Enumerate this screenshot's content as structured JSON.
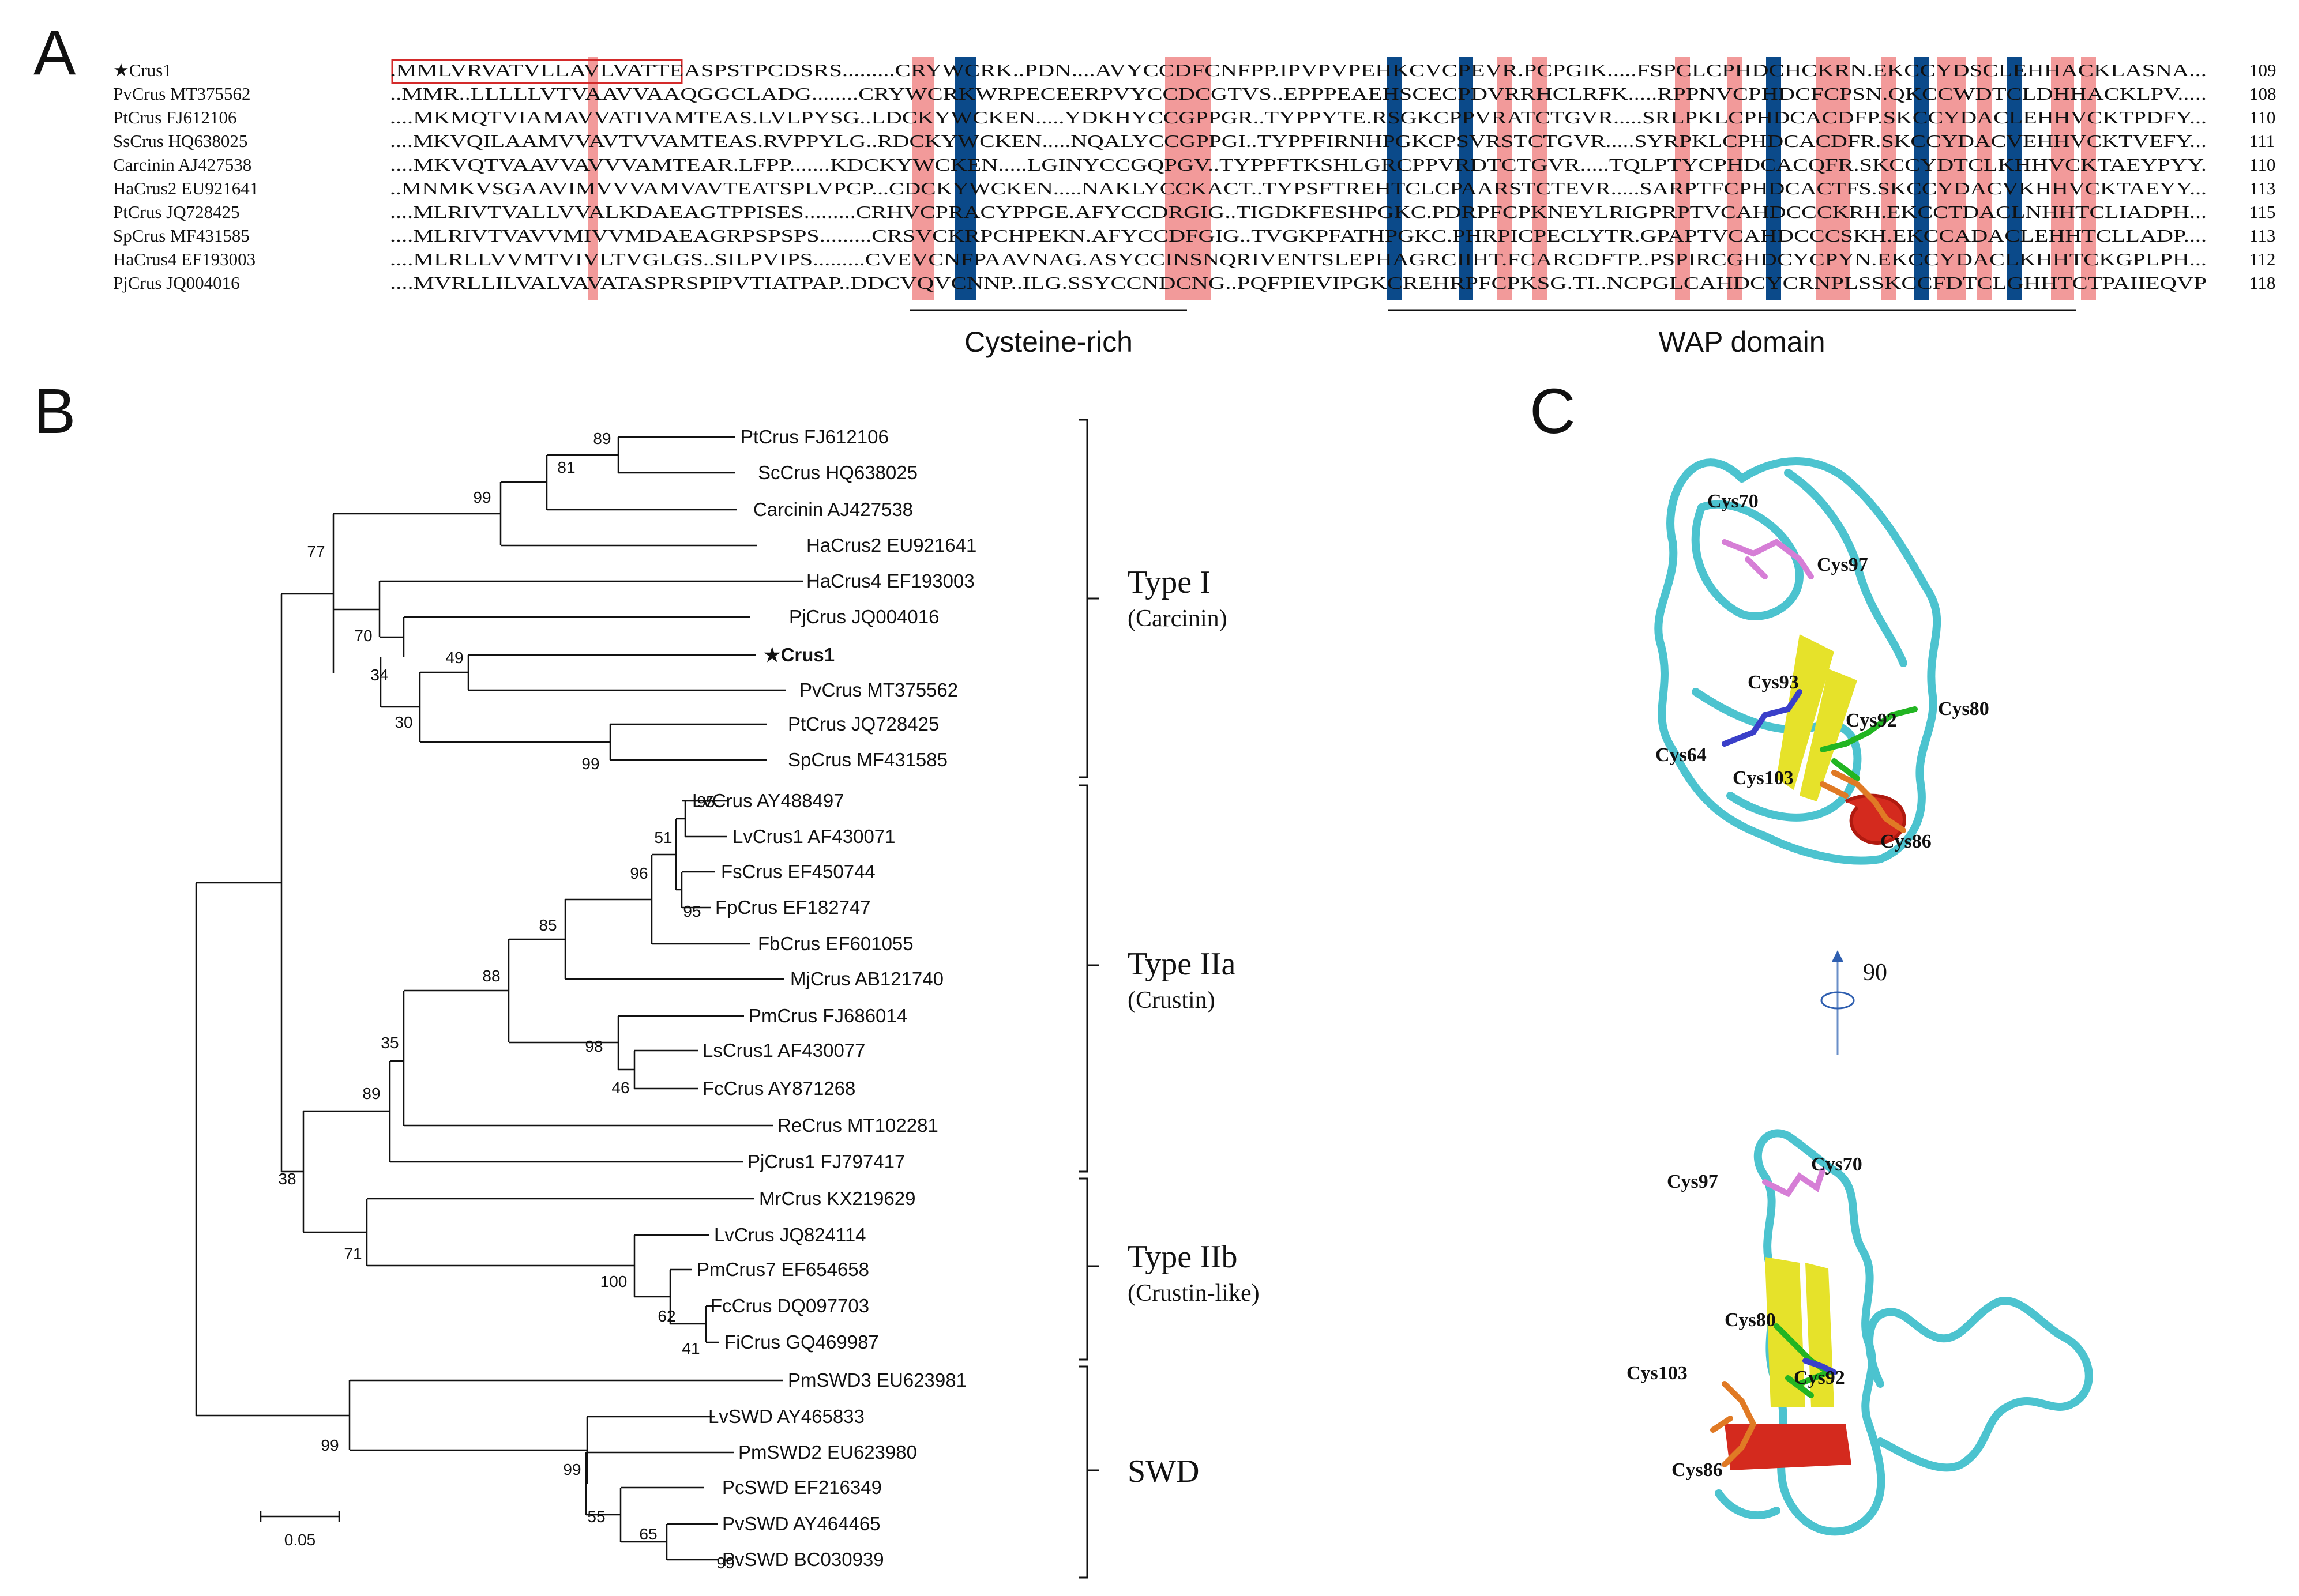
{
  "panels": {
    "a": "A",
    "b": "B",
    "c": "C"
  },
  "alignment": {
    "rows": [
      {
        "name": "★Crus1",
        "seq": ".MMLVRVATVLLAVLVATTEASPSTPCDSRS.........CRYWCRK..PDN....AVYCCDFCNFPP.IPVPVPEHKCVCPEVR.PCPGIK.....FSPCLCPHDCHCKRN.EKCCYDSCLEHHACKLASNA...",
        "len": "109"
      },
      {
        "name": "PvCrus MT375562",
        "seq": "..MMR..LLLLLVTVAAVVAAQGGCLADG........CRYWCRKWRPECEERPVYCCDCGTVS..EPPPEAEHSCECPDVRRHCLRFK.....RPPNVCPHDCFCPSN.QKCCWDTCLDHHACKLPV.....",
        "len": "108"
      },
      {
        "name": "PtCrus FJ612106",
        "seq": "....MKMQTVIAMAVVATIVAMTEAS.LVLPYSG..LDCKYWCKEN.....YDKHYCCGPPGR..TYPPYTE.RSGKCPPVRATCTGVR.....SRLPKLCPHDCACDFP.SKCCYDACLEHHVCKTPDFY...",
        "len": "110"
      },
      {
        "name": "SsCrus HQ638025",
        "seq": "....MKVQILAAMVVAVTVVAMTEAS.RVPPYLG..RDCKYWCKEN.....NQALYCCGPPGI..TYPPFIRNHPGKCPSVRSTCTGVR.....SYRPKLCPHDCACDFR.SKCCYDACVEHHVCKTVEFY...",
        "len": "111"
      },
      {
        "name": "Carcinin AJ427538",
        "seq": "....MKVQTVAAVVAVVVAMTEAR.LFPP.......KDCKYWCKEN.....LGINYCCGQPGV..TYPPFTKSHLGRCPPVRDTCTGVR.....TQLPTYCPHDCACQFR.SKCCYDTCLKHHVCKTAEYPYY.",
        "len": "110"
      },
      {
        "name": "HaCrus2 EU921641",
        "seq": "..MNMKVSGAAVIMVVVAMVAVTEATSPLVPCP...CDCKYWCKEN.....NAKLYCCKACT..TYPSFTREHTCLCPAARSTCTEVR.....SARPTFCPHDCACTFS.SKCCYDACVKHHVCKTAEYY...",
        "len": "113"
      },
      {
        "name": "PtCrus JQ728425",
        "seq": "....MLRIVTVALLVVALKDAEAGTPPISES.........CRHVCPRACYPPGE.AFYCCDRGIG..TIGDKFESHPGKC.PDRPFCPKNEYLRIGPRPTVCAHDCCCKRH.EKCCTDACLNHHTCLIADPH...",
        "len": "115"
      },
      {
        "name": "SpCrus MF431585",
        "seq": "....MLRIVTVAVVMIVVMDAEAGRPSPSPS.........CRSVCKRPCHPEKN.AFYCCDFGIG..TVGKPFATHPGKC.PHRPICPECLYTR.GPAPTVCAHDCCCSKH.EKCCADACLEHHTCLLADP....",
        "len": "113"
      },
      {
        "name": "HaCrus4 EF193003",
        "seq": "....MLRLLVVMTVIVLTVGLGS..SILPVIPS.........CVEVCNFPAAVNAG.ASYCCINSNQRIVENTSLEPHAGRCIIHT.FCARCDFTP..PSPIRCGHDCYCPYN.EKCCYDACLKHHTCKGPLPH...",
        "len": "112"
      },
      {
        "name": "PjCrus JQ004016",
        "seq": "....MVRLLILVALVAVATASPRSPIPVTIATPAP..DDCVQVCNNP..ILG.SSYCCNDCNG..PQFPIEVIPGKCREHRPFCPKSG.TI..NCPGLCAHDCYCRNPLSSKCCFDTCLGHHTCTPAIIEQVP",
        "len": "118"
      }
    ],
    "domains": [
      {
        "label": "Cysteine-rich"
      },
      {
        "label": "WAP domain"
      }
    ]
  },
  "tree": {
    "leaves": [
      {
        "label": "PtCrus FJ612106"
      },
      {
        "label": "ScCrus HQ638025"
      },
      {
        "label": "Carcinin AJ427538"
      },
      {
        "label": "HaCrus2 EU921641"
      },
      {
        "label": "HaCrus4 EF193003"
      },
      {
        "label": "PjCrus JQ004016"
      },
      {
        "label": "★Crus1"
      },
      {
        "label": "PvCrus MT375562"
      },
      {
        "label": "PtCrus JQ728425"
      },
      {
        "label": "SpCrus MF431585"
      },
      {
        "label": "LvCrus AY488497"
      },
      {
        "label": "LvCrus1 AF430071"
      },
      {
        "label": "FsCrus EF450744"
      },
      {
        "label": "FpCrus EF182747"
      },
      {
        "label": "FbCrus EF601055"
      },
      {
        "label": "MjCrus AB121740"
      },
      {
        "label": "PmCrus FJ686014"
      },
      {
        "label": "LsCrus1 AF430077"
      },
      {
        "label": "FcCrus AY871268"
      },
      {
        "label": "ReCrus MT102281"
      },
      {
        "label": "PjCrus1 FJ797417"
      },
      {
        "label": "MrCrus KX219629"
      },
      {
        "label": "LvCrus JQ824114"
      },
      {
        "label": "PmCrus7 EF654658"
      },
      {
        "label": "FcCrus DQ097703"
      },
      {
        "label": "FiCrus GQ469987"
      },
      {
        "label": "PmSWD3 EU623981"
      },
      {
        "label": "LvSWD AY465833"
      },
      {
        "label": "PmSWD2 EU623980"
      },
      {
        "label": "PcSWD EF216349"
      },
      {
        "label": "PvSWD AY464465"
      },
      {
        "label": "PvSWD BC030939"
      }
    ],
    "bootstraps": [
      "89",
      "81",
      "99",
      "77",
      "70",
      "34",
      "49",
      "30",
      "99",
      "95",
      "51",
      "96",
      "95",
      "85",
      "88",
      "98",
      "46",
      "35",
      "89",
      "38",
      "71",
      "100",
      "62",
      "41",
      "99",
      "99",
      "55",
      "65",
      "99"
    ],
    "groups": [
      {
        "title": "Type I",
        "subtitle": "(Carcinin)"
      },
      {
        "title": "Type IIa",
        "subtitle": "(Crustin)"
      },
      {
        "title": "Type IIb",
        "subtitle": "(Crustin-like)"
      },
      {
        "title": "SWD",
        "subtitle": ""
      }
    ],
    "scale": "0.05"
  },
  "structure": {
    "top_labels": [
      "Cys70",
      "Cys97",
      "Cys93",
      "Cys92",
      "Cys80",
      "Cys64",
      "Cys103",
      "Cys86"
    ],
    "rotation": "90",
    "bottom_labels": [
      "Cys97",
      "Cys70",
      "Cys80",
      "Cys103",
      "Cys92",
      "Cys86"
    ],
    "colors": {
      "ribbon": "#4cc3cf",
      "sheet": "#e6e22a",
      "helix": "#d42a1e",
      "pink": "#d67ed6",
      "blue": "#3a3fc9",
      "green": "#22b522",
      "orange": "#e07a25"
    }
  }
}
